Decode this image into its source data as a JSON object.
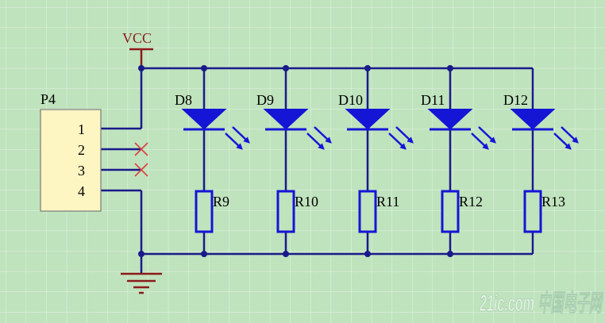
{
  "power": {
    "vcc_label": "VCC"
  },
  "connector": {
    "name": "P4",
    "pins": [
      "1",
      "2",
      "3",
      "4"
    ]
  },
  "leds": [
    {
      "label": "D8"
    },
    {
      "label": "D9"
    },
    {
      "label": "D10"
    },
    {
      "label": "D11"
    },
    {
      "label": "D12"
    }
  ],
  "resistors": [
    {
      "label": "R9"
    },
    {
      "label": "R10"
    },
    {
      "label": "R11"
    },
    {
      "label": "R12"
    },
    {
      "label": "R13"
    }
  ],
  "watermark": {
    "text": "21ic.com 中国电子网"
  },
  "colors": {
    "background": "#bfe3bd",
    "grid": "#ffffff",
    "wire": "#1a1a8a",
    "component": "#1515d6",
    "power": "#8a1b1b",
    "no_connect": "#d94040",
    "connector_fill": "#fdf5c2"
  }
}
